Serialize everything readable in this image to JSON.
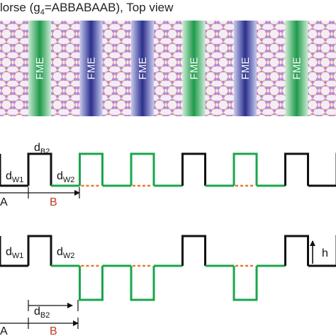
{
  "title": {
    "prefix": "lorse (g",
    "sub": "4",
    "suffix": "=ABBABAAB), Top view"
  },
  "strip": {
    "stripe_label": "FME",
    "sequence": [
      "A",
      "B",
      "B",
      "A",
      "B",
      "A",
      "A",
      "B"
    ],
    "colors": {
      "A": "#1f9a4b",
      "B": "#2b2f8c",
      "lattice_bond": "#e8a98a",
      "lattice_atom": "#b98ad6"
    }
  },
  "panel1": {
    "d_b2": {
      "main": "d",
      "sub": "B2"
    },
    "d_w1": {
      "main": "d",
      "sub": "W1"
    },
    "d_w2": {
      "main": "d",
      "sub": "W2"
    },
    "label_a": "A",
    "label_b": "B"
  },
  "panel2": {
    "d_w1": {
      "main": "d",
      "sub": "W1"
    },
    "d_w2": {
      "main": "d",
      "sub": "W2"
    },
    "d_b2": {
      "main": "d",
      "sub": "B2"
    },
    "h": "h",
    "label_a": "A",
    "label_b": "B"
  },
  "colors": {
    "wave_black": "#111111",
    "wave_green": "#1aa64a",
    "dash_orange": "#e87a2a",
    "label_b_red": "#c0392b"
  }
}
